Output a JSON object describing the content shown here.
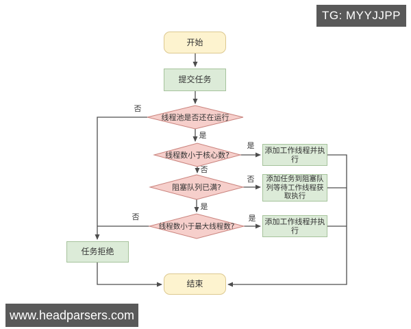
{
  "watermarks": {
    "top_right": "TG: MYYJJPP",
    "bottom_left": "www.headparsers.com"
  },
  "flowchart": {
    "nodes": {
      "start": {
        "label": "开始"
      },
      "submit_task": {
        "label": "提交任务"
      },
      "pool_running": {
        "label": "线程池是否还在运行"
      },
      "less_than_core": {
        "label": "线程数小于核心数?"
      },
      "add_worker_1": {
        "label": "添加工作线程并执行"
      },
      "queue_full": {
        "label": "阻塞队列已满?"
      },
      "add_to_queue": {
        "label": "添加任务到阻塞队列等待工作线程获取执行"
      },
      "less_than_max": {
        "label": "线程数小于最大线程数?"
      },
      "add_worker_2": {
        "label": "添加工作线程并执行"
      },
      "reject": {
        "label": "任务拒绝"
      },
      "end": {
        "label": "结束"
      }
    },
    "edge_labels": {
      "yes": "是",
      "no": "否"
    },
    "colors": {
      "terminal_fill": "#fdf3cf",
      "terminal_border": "#dcc88f",
      "process_fill": "#dcebd8",
      "process_border": "#a5c29b",
      "decision_fill": "#f6cfcb",
      "decision_border": "#c9827c",
      "line": "#4d4d4d",
      "watermark_bg": "#595959",
      "text": "#333333"
    }
  }
}
